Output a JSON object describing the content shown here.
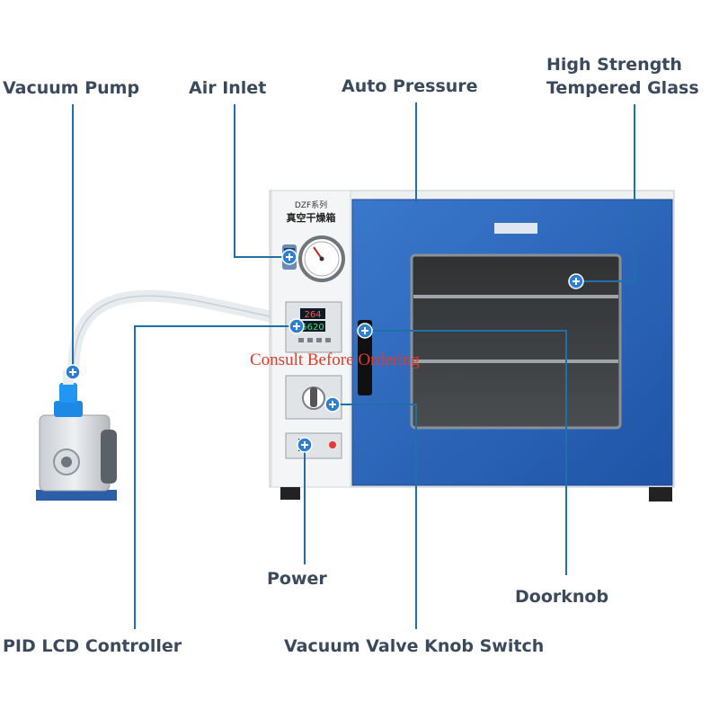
{
  "labels": {
    "vacuum_pump": "Vacuum Pump",
    "air_inlet": "Air Inlet",
    "auto_pressure": "Auto Pressure",
    "glass_line1": "High Strength",
    "glass_line2": "Tempered Glass",
    "power": "Power",
    "doorknob": "Doorknob",
    "pid_controller": "PID LCD Controller",
    "vacuum_valve": "Vacuum Valve Knob Switch"
  },
  "device": {
    "model": "DZF系列",
    "name": "真空干燥箱",
    "display_top": "264",
    "display_bottom": "5620"
  },
  "watermark": "Consult Before Ordering",
  "colors": {
    "leader_line": "#1f6fa8",
    "marker": "#2f7fd0",
    "door_blue": "#2a62b6",
    "label_text": "#3a4a5c",
    "watermark": "#e23a2a"
  }
}
